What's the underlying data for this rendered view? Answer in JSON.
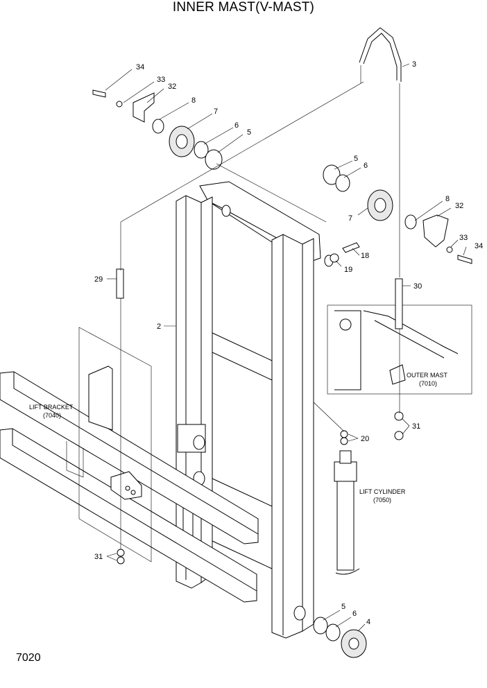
{
  "title": "INNER MAST(V-MAST)",
  "page_number": "7020",
  "callouts": {
    "n34a": "34",
    "n33a": "33",
    "n32a": "32",
    "n8a": "8",
    "n7a": "7",
    "n6a": "6",
    "n5a": "5",
    "n3": "3",
    "n5b": "5",
    "n6b": "6",
    "n7b": "7",
    "n8b": "8",
    "n32b": "32",
    "n33b": "33",
    "n34b": "34",
    "n18": "18",
    "n19": "19",
    "n29": "29",
    "n30": "30",
    "n2": "2",
    "n31a": "31",
    "n20": "20",
    "n31b": "31",
    "n5c": "5",
    "n6c": "6",
    "n4": "4"
  },
  "assemblies": {
    "lift_bracket": "LIFT BRACKET",
    "lift_bracket_ref": "(7040)",
    "outer_mast": "OUTER MAST",
    "outer_mast_ref": "(7010)",
    "lift_cylinder": "LIFT CYLINDER",
    "lift_cylinder_ref": "(7050)"
  }
}
